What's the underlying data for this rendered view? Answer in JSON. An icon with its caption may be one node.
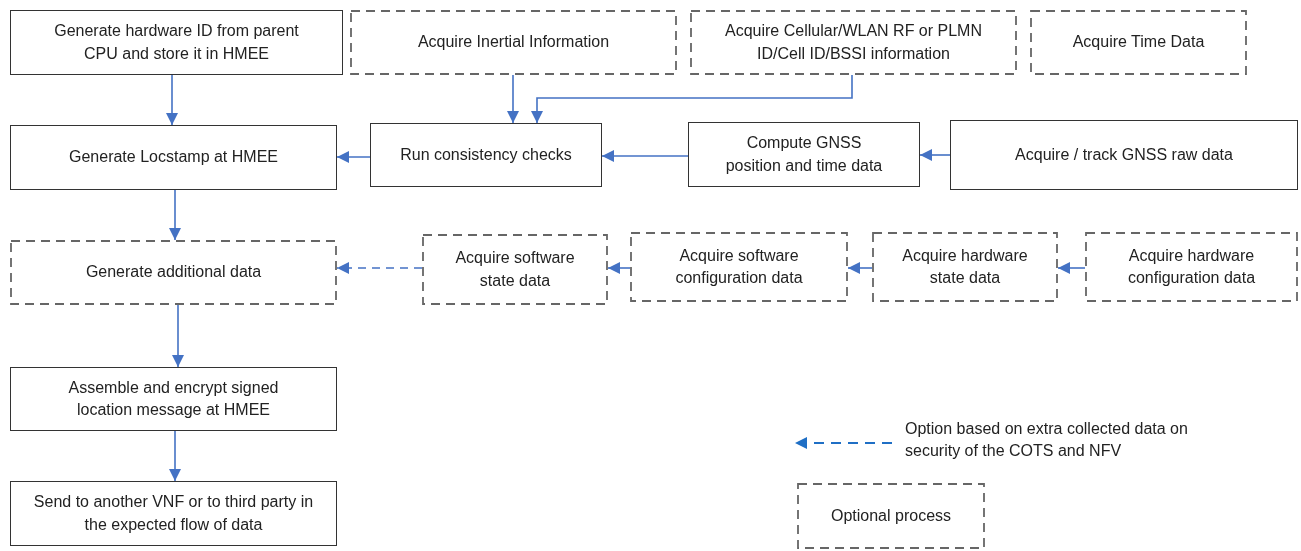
{
  "diagram": {
    "nodes": [
      {
        "text": [
          "Generate hardware ID from parent CPU and store it in HMEE"
        ]
      },
      {
        "text": [
          "Acquire Inertial Information"
        ]
      },
      {
        "text": [
          "Acquire Cellular/WLAN RF or PLMN ID/Cell ID/BSSI information"
        ]
      },
      {
        "text": [
          "Acquire Time Data"
        ]
      },
      {
        "text": [
          "Generate Locstamp at HMEE"
        ]
      },
      {
        "text": [
          "Run consistency checks"
        ]
      },
      {
        "text": [
          "Compute GNSS position and time data"
        ]
      },
      {
        "text": [
          "Acquire / track GNSS raw data"
        ]
      },
      {
        "text": [
          "Generate additional data"
        ]
      },
      {
        "text": [
          "Acquire software state data"
        ]
      },
      {
        "text": [
          "Acquire software configuration data"
        ]
      },
      {
        "text": [
          "Acquire hardware state data"
        ]
      },
      {
        "text": [
          "Acquire hardware configuration data"
        ]
      },
      {
        "text": [
          "Assemble and encrypt signed location message at HMEE"
        ]
      },
      {
        "text": [
          "Send to another VNF or to third party in the expected flow of data"
        ]
      }
    ],
    "edges": [
      {
        "from": 0,
        "to": 4,
        "arrow": "to"
      },
      {
        "from": 1,
        "to": 5,
        "arrow": "to"
      },
      {
        "from": 2,
        "to": 5,
        "arrow": "to"
      },
      {
        "from": 7,
        "to": 6,
        "arrow": "to"
      },
      {
        "from": 6,
        "to": 5,
        "arrow": "to"
      },
      {
        "from": 5,
        "to": 4,
        "arrow": "to"
      },
      {
        "from": 4,
        "to": 8,
        "arrow": "to"
      },
      {
        "from": 9,
        "to": 8,
        "arrow": "to",
        "style": "dashed"
      },
      {
        "from": 10,
        "to": 9,
        "arrow": "to"
      },
      {
        "from": 11,
        "to": 10,
        "arrow": "to"
      },
      {
        "from": 12,
        "to": 11,
        "arrow": "to"
      },
      {
        "from": 8,
        "to": 13,
        "arrow": "to"
      },
      {
        "from": 13,
        "to": 14,
        "arrow": "to"
      }
    ],
    "legend": [
      {
        "text": "Option based on extra collected data on security of the COTS and NFV"
      },
      {
        "text": "Optional process"
      }
    ]
  }
}
